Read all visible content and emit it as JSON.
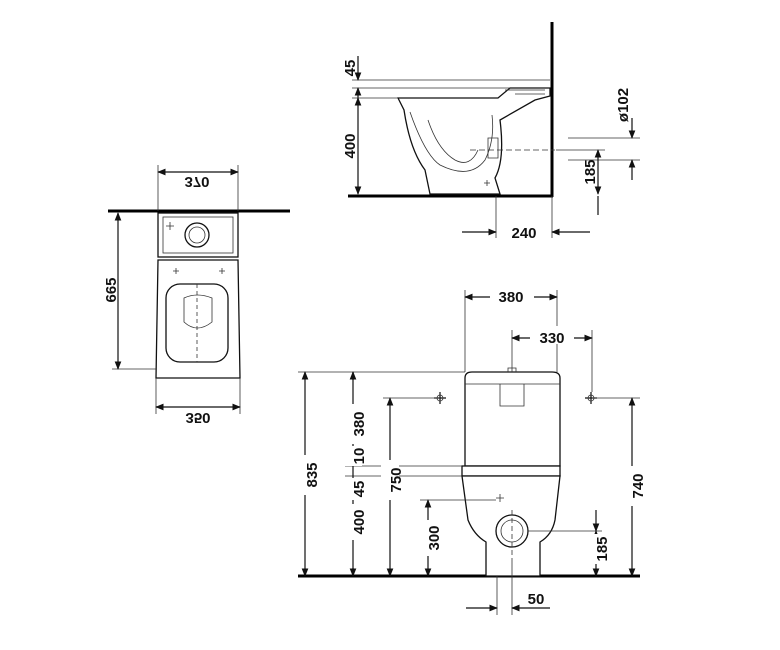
{
  "plan_view": {
    "top_width": "370",
    "bottom_width": "350",
    "depth": "665"
  },
  "side_view": {
    "seat_gap": "45",
    "seat_height": "400",
    "pipe_diameter": "ø102",
    "outlet_height": "185",
    "wall_to_outlet": "240"
  },
  "front_view": {
    "total_width": "380",
    "half_width": "330",
    "overall_height": "835",
    "cistern_height": "380",
    "gap_small": "10",
    "seat_thickness": "45",
    "bowl_height": "400",
    "fixing_height_left": "750",
    "fixing_height_right": "740",
    "inlet_height": "300",
    "outlet_height": "185",
    "offset": "50"
  },
  "colors": {
    "line": "#111111",
    "background": "#ffffff"
  }
}
